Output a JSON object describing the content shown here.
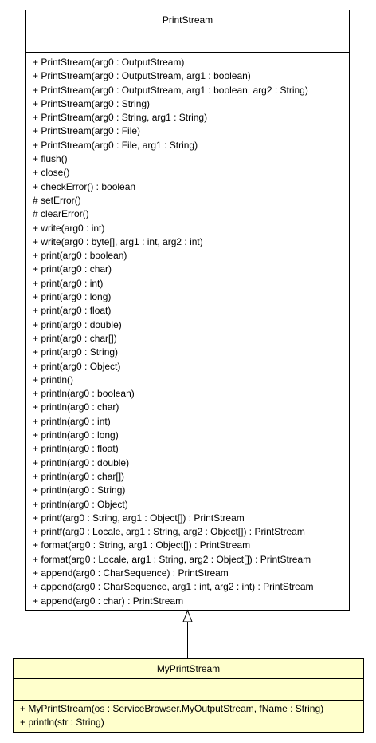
{
  "superclass": {
    "name": "PrintStream",
    "operations": [
      "+ PrintStream(arg0 : OutputStream)",
      "+ PrintStream(arg0 : OutputStream, arg1 : boolean)",
      "+ PrintStream(arg0 : OutputStream, arg1 : boolean, arg2 : String)",
      "+ PrintStream(arg0 : String)",
      "+ PrintStream(arg0 : String, arg1 : String)",
      "+ PrintStream(arg0 : File)",
      "+ PrintStream(arg0 : File, arg1 : String)",
      "+ flush()",
      "+ close()",
      "+ checkError() : boolean",
      "# setError()",
      "# clearError()",
      "+ write(arg0 : int)",
      "+ write(arg0 : byte[], arg1 : int, arg2 : int)",
      "+ print(arg0 : boolean)",
      "+ print(arg0 : char)",
      "+ print(arg0 : int)",
      "+ print(arg0 : long)",
      "+ print(arg0 : float)",
      "+ print(arg0 : double)",
      "+ print(arg0 : char[])",
      "+ print(arg0 : String)",
      "+ print(arg0 : Object)",
      "+ println()",
      "+ println(arg0 : boolean)",
      "+ println(arg0 : char)",
      "+ println(arg0 : int)",
      "+ println(arg0 : long)",
      "+ println(arg0 : float)",
      "+ println(arg0 : double)",
      "+ println(arg0 : char[])",
      "+ println(arg0 : String)",
      "+ println(arg0 : Object)",
      "+ printf(arg0 : String, arg1 : Object[]) : PrintStream",
      "+ printf(arg0 : Locale, arg1 : String, arg2 : Object[]) : PrintStream",
      "+ format(arg0 : String, arg1 : Object[]) : PrintStream",
      "+ format(arg0 : Locale, arg1 : String, arg2 : Object[]) : PrintStream",
      "+ append(arg0 : CharSequence) : PrintStream",
      "+ append(arg0 : CharSequence, arg1 : int, arg2 : int) : PrintStream",
      "+ append(arg0 : char) : PrintStream"
    ]
  },
  "subclass": {
    "name": "MyPrintStream",
    "operations": [
      "+ MyPrintStream(os : ServiceBrowser.MyOutputStream, fName : String)",
      "+ println(str : String)"
    ]
  },
  "colors": {
    "superclass_fill": "#ffffff",
    "subclass_fill": "#ffffcc",
    "border": "#000000"
  },
  "relationship": "generalization"
}
